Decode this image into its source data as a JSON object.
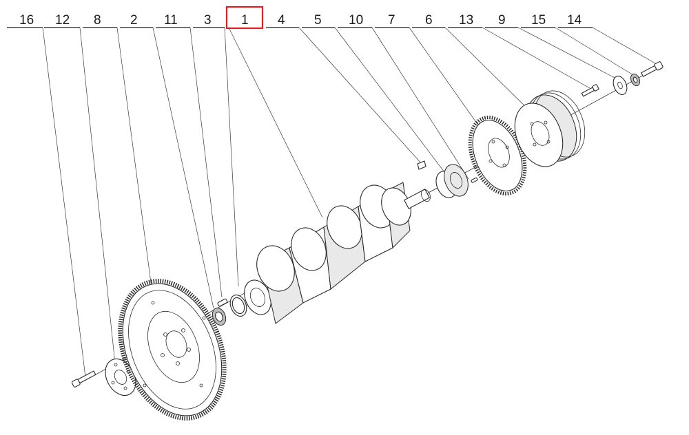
{
  "callouts": [
    {
      "id": "16",
      "label": "16"
    },
    {
      "id": "12",
      "label": "12"
    },
    {
      "id": "8",
      "label": "8"
    },
    {
      "id": "2",
      "label": "2"
    },
    {
      "id": "11",
      "label": "11"
    },
    {
      "id": "3",
      "label": "3"
    },
    {
      "id": "1",
      "label": "1"
    },
    {
      "id": "4",
      "label": "4"
    },
    {
      "id": "5",
      "label": "5"
    },
    {
      "id": "10",
      "label": "10"
    },
    {
      "id": "7",
      "label": "7"
    },
    {
      "id": "6",
      "label": "6"
    },
    {
      "id": "13",
      "label": "13"
    },
    {
      "id": "9",
      "label": "9"
    },
    {
      "id": "15",
      "label": "15"
    },
    {
      "id": "14",
      "label": "14"
    }
  ],
  "selected_callout": "1",
  "colors": {
    "line": "#2a2a2a",
    "highlight": "#e02020",
    "background": "#ffffff"
  }
}
